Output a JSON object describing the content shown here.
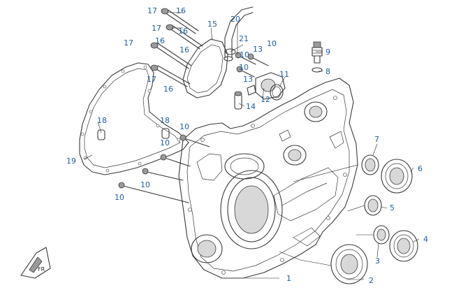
{
  "diagram": {
    "callouts": [
      {
        "id": "c1",
        "label": "1"
      },
      {
        "id": "c2",
        "label": "2"
      },
      {
        "id": "c3",
        "label": "3"
      },
      {
        "id": "c4",
        "label": "4"
      },
      {
        "id": "c5",
        "label": "5"
      },
      {
        "id": "c6",
        "label": "6"
      },
      {
        "id": "c7",
        "label": "7"
      },
      {
        "id": "c8",
        "label": "8"
      },
      {
        "id": "c9",
        "label": "9"
      },
      {
        "id": "c10a",
        "label": "10"
      },
      {
        "id": "c10b",
        "label": "10"
      },
      {
        "id": "c10c",
        "label": "10"
      },
      {
        "id": "c10d",
        "label": "10"
      },
      {
        "id": "c10e",
        "label": "10"
      },
      {
        "id": "c10f",
        "label": "10"
      },
      {
        "id": "c10g",
        "label": "10"
      },
      {
        "id": "c11",
        "label": "11"
      },
      {
        "id": "c12",
        "label": "12"
      },
      {
        "id": "c13a",
        "label": "13"
      },
      {
        "id": "c13b",
        "label": "13"
      },
      {
        "id": "c14",
        "label": "14"
      },
      {
        "id": "c15",
        "label": "15"
      },
      {
        "id": "c16a",
        "label": "16"
      },
      {
        "id": "c16b",
        "label": "16"
      },
      {
        "id": "c16c",
        "label": "16"
      },
      {
        "id": "c16d",
        "label": "16"
      },
      {
        "id": "c17a",
        "label": "17"
      },
      {
        "id": "c17b",
        "label": "17"
      },
      {
        "id": "c17c",
        "label": "17"
      },
      {
        "id": "c17d",
        "label": "17"
      },
      {
        "id": "c18a",
        "label": "18"
      },
      {
        "id": "c18b",
        "label": "18"
      },
      {
        "id": "c19",
        "label": "19"
      },
      {
        "id": "c20",
        "label": "20"
      },
      {
        "id": "c21",
        "label": "21"
      }
    ],
    "front_marker_text": "FR"
  }
}
